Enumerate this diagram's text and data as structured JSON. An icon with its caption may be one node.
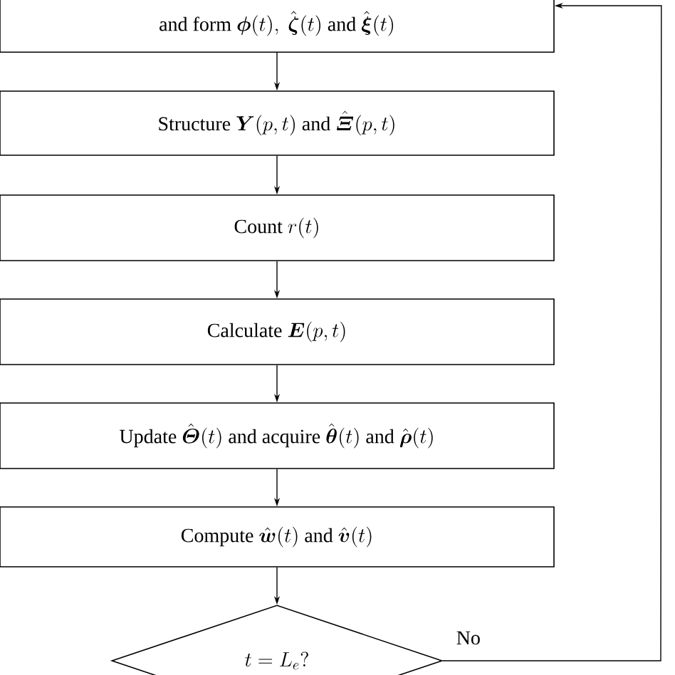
{
  "diagram": {
    "nodes": [
      {
        "text": [
          "\\text{and form } \\boldsymbol{\\phi}(t),\\ \\hat{\\boldsymbol{\\zeta}}(t) \\text{ and } \\hat{\\boldsymbol{\\xi}}(t)"
        ]
      },
      {
        "text": [
          "\\text{Structure } \\boldsymbol{Y}(p,t) \\text{ and } \\hat{\\boldsymbol{\\mathnormal{\\Xi}}}(p,t)"
        ]
      },
      {
        "text": [
          "\\text{Count } r(t)"
        ]
      },
      {
        "text": [
          "\\text{Calculate } \\boldsymbol{E}(p,t)"
        ]
      },
      {
        "text": [
          "\\text{Update } \\hat{\\boldsymbol{\\mathnormal{\\Theta}}}(t) \\text{ and acquire } \\hat{\\boldsymbol{\\theta}}(t) \\text{ and } \\hat{\\boldsymbol{\\rho}}(t)"
        ]
      },
      {
        "text": [
          "\\text{Compute } \\hat{\\boldsymbol{w}}(t) \\text{ and } \\hat{\\boldsymbol{v}}(t)"
        ]
      },
      {
        "text": [
          "t = L_e?"
        ]
      }
    ],
    "edges": [
      {
        "from": 0,
        "to": 1,
        "arrow": "to"
      },
      {
        "from": 1,
        "to": 2,
        "arrow": "to"
      },
      {
        "from": 2,
        "to": 3,
        "arrow": "to"
      },
      {
        "from": 3,
        "to": 4,
        "arrow": "to"
      },
      {
        "from": 4,
        "to": 5,
        "arrow": "to"
      },
      {
        "from": 5,
        "to": 6,
        "arrow": "to"
      },
      {
        "from": 6,
        "to": 0,
        "arrow": "to",
        "label": "No"
      }
    ]
  }
}
